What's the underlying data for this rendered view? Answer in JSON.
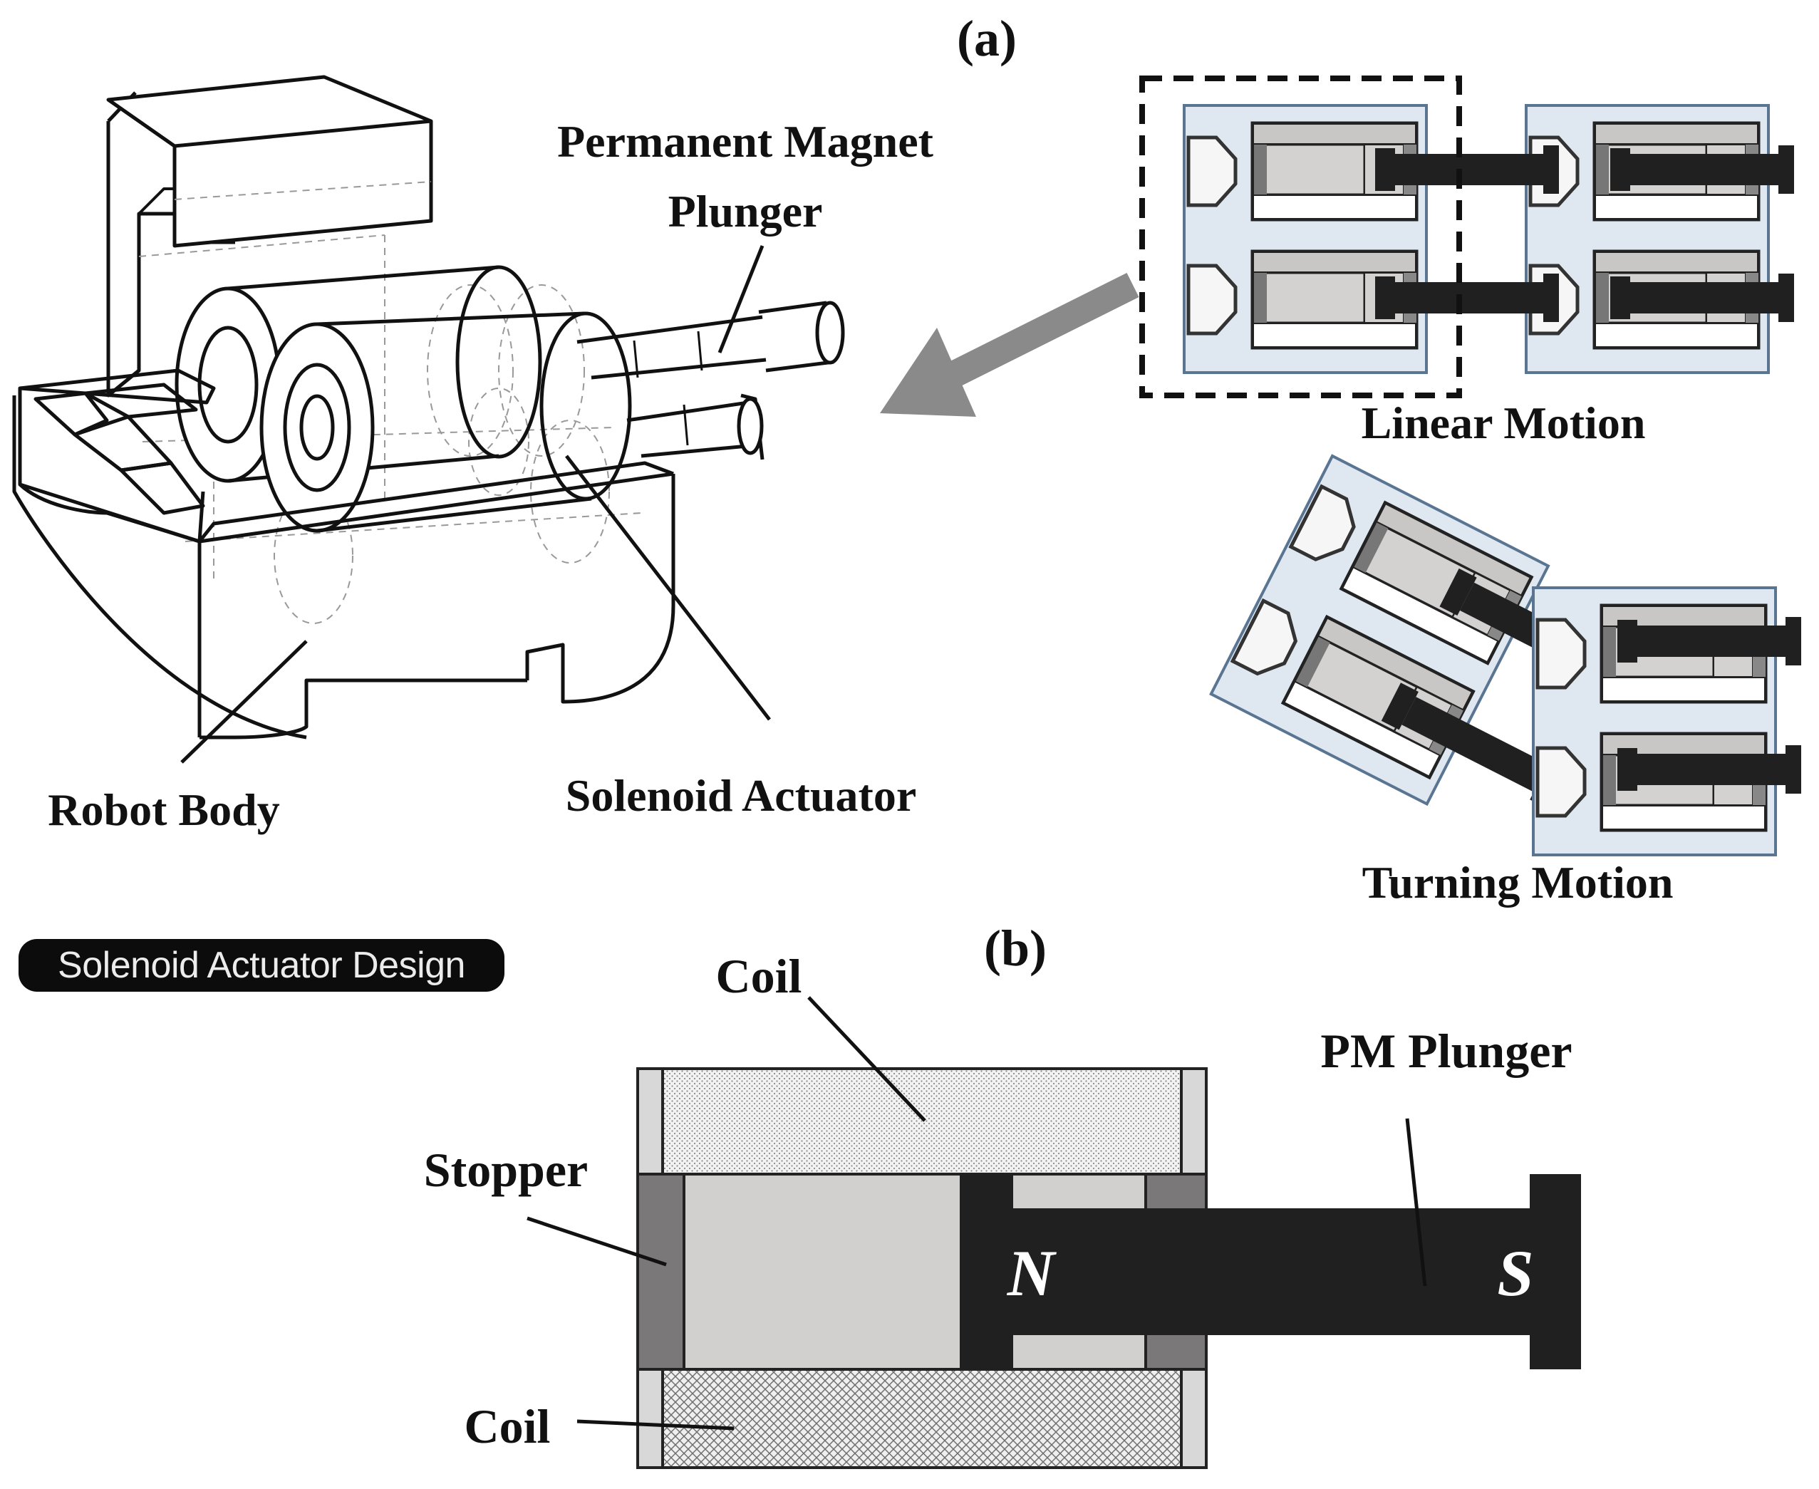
{
  "panel_a": {
    "label": "(a)",
    "pm_plunger_label_line1": "Permanent Magnet",
    "pm_plunger_label_line2": "Plunger",
    "robot_body_label": "Robot Body",
    "solenoid_label": "Solenoid Actuator",
    "linear_motion_label": "Linear Motion",
    "turning_motion_label": "Turning Motion"
  },
  "panel_b": {
    "label": "(b)",
    "coil_top_label": "Coil",
    "coil_bottom_label": "Coil",
    "stopper_label": "Stopper",
    "pm_plunger_label": "PM Plunger",
    "north_pole": "N",
    "south_pole": "S"
  },
  "badge": {
    "text": "Solenoid Actuator Design"
  },
  "colors": {
    "module_fill": "#dfe8f1",
    "module_stroke": "#5a7592",
    "plunger": "#202020",
    "barrel": "#d2cfcf",
    "stopper": "#7a7878",
    "arrow": "#8a8a8a"
  }
}
